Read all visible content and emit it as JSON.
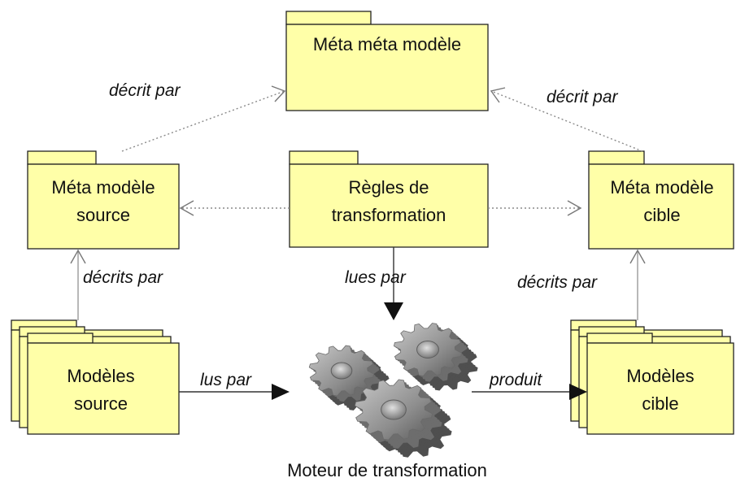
{
  "packages": {
    "meta_meta": {
      "label": "Méta méta modèle"
    },
    "meta_source": {
      "line1": "Méta modèle",
      "line2": "source"
    },
    "rules": {
      "line1": "Règles de",
      "line2": "transformation"
    },
    "meta_target": {
      "line1": "Méta modèle",
      "line2": "cible"
    },
    "models_source": {
      "line1": "Modèles",
      "line2": "source"
    },
    "models_target": {
      "line1": "Modèles",
      "line2": "cible"
    }
  },
  "edges": {
    "described_by_left": "décrit par",
    "described_by_right": "décrit par",
    "described_plural_left": "décrits par",
    "described_plural_right": "décrits par",
    "read_by_rules": "lues par",
    "read_by_models": "lus par",
    "produces": "produit"
  },
  "engine": {
    "caption": "Moteur de transformation",
    "icon": "gears-icon"
  },
  "colors": {
    "package_fill": "#ffffa8",
    "gear": "#8c8c8c"
  }
}
